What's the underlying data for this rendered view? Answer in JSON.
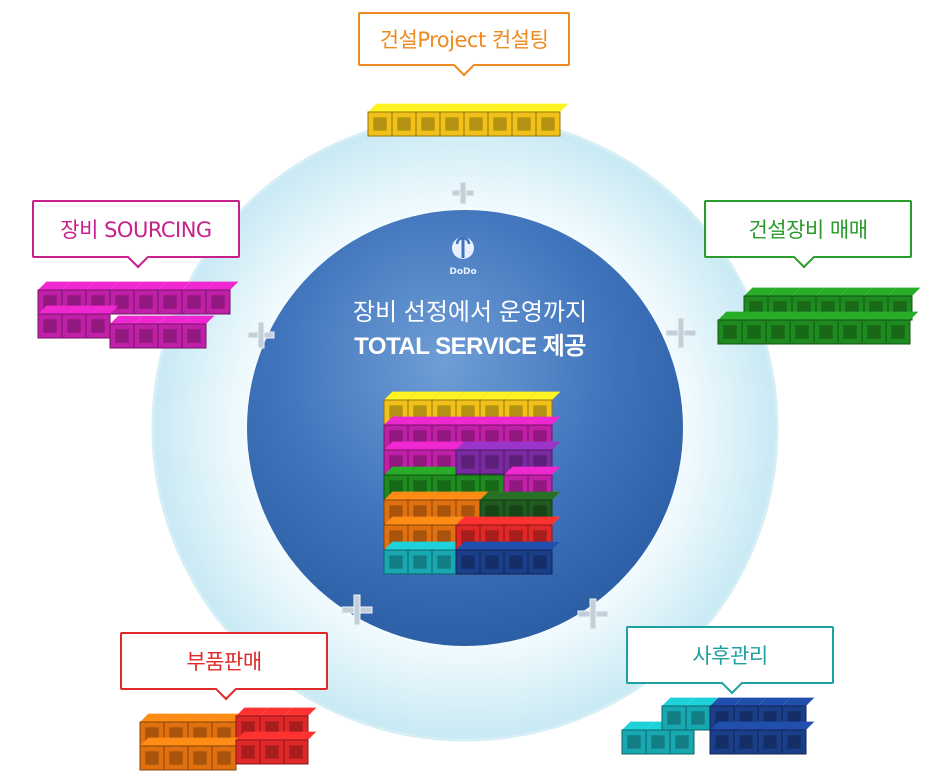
{
  "center": {
    "logo": "DoDo",
    "line1": "장비 선정에서 운영까지",
    "line2": "TOTAL SERVICE 제공"
  },
  "labels": [
    {
      "id": "consulting",
      "text": "건설Project 컨설팅",
      "color": "#ee8a1e",
      "block_color": "#f2c21a"
    },
    {
      "id": "trade",
      "text": "건설장비 매매",
      "color": "#2a9a2a",
      "block_color": "#1f8a1f"
    },
    {
      "id": "sourcing",
      "text": "장비 SOURCING",
      "color": "#c8208a",
      "block_color": "#c020a8"
    },
    {
      "id": "parts",
      "text": "부품판매",
      "color": "#e02828",
      "block_color": "#e07010"
    },
    {
      "id": "service",
      "text": "사후관리",
      "color": "#1fa0a0",
      "block_color": "#18a8b0"
    }
  ]
}
